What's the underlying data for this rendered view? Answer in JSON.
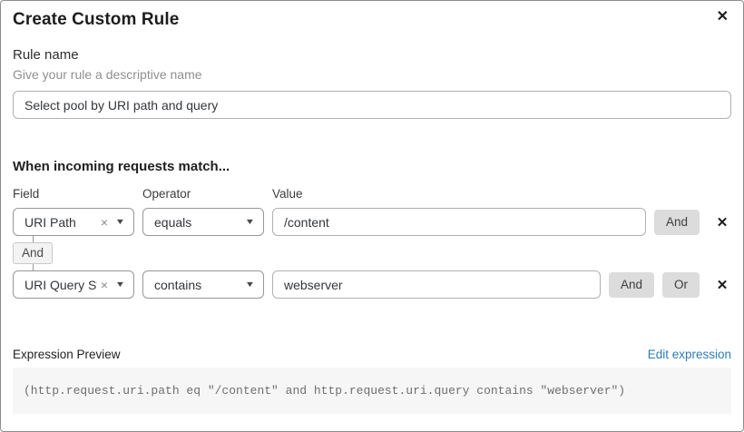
{
  "dialog": {
    "title": "Create Custom Rule"
  },
  "icons": {
    "close": "✕",
    "clear": "×",
    "caret": "▼",
    "remove": "✕"
  },
  "rule_name": {
    "label": "Rule name",
    "hint": "Give your rule a descriptive name",
    "value": "Select pool by URI path and query"
  },
  "match": {
    "heading": "When incoming requests match...",
    "columns": {
      "field": "Field",
      "operator": "Operator",
      "value": "Value"
    },
    "connector_label": "And",
    "rows": [
      {
        "field": "URI Path",
        "operator": "equals",
        "value": "/content",
        "and_label": "And"
      },
      {
        "field": "URI Query St...",
        "operator": "contains",
        "value": "webserver",
        "and_label": "And",
        "or_label": "Or"
      }
    ]
  },
  "expression_preview": {
    "label": "Expression Preview",
    "edit_link": "Edit expression",
    "code": "(http.request.uri.path eq \"/content\" and http.request.uri.query contains \"webserver\")"
  },
  "colors": {
    "link_blue": "#2e7cb5",
    "button_gray": "#dcdcdc",
    "code_bg": "#f6f6f6",
    "connector_bg": "#f3f3f3"
  }
}
